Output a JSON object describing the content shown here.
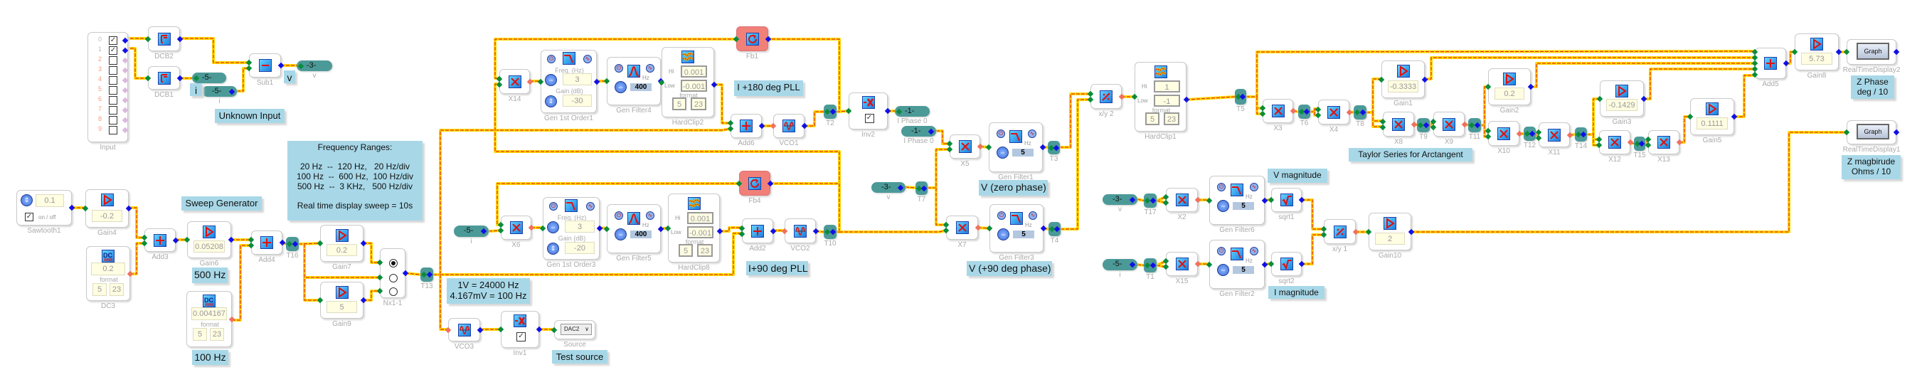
{
  "colors": {
    "wire": "#ffd800",
    "wire_dash": "#e01010",
    "tag": "#4b9a98",
    "note": "#a8d8e8",
    "feedback": "#f08078",
    "port_in": "#0b8c3c",
    "port_out": "#1010e8"
  },
  "blocks": {
    "input": {
      "kind": "input",
      "label": "Input",
      "rows": [
        "0",
        "1",
        "2",
        "3",
        "4",
        "5",
        "6",
        "7",
        "8",
        "9"
      ],
      "checked": [
        true,
        true,
        false,
        false,
        false,
        false,
        false,
        false,
        false,
        false
      ]
    },
    "dcb2": {
      "kind": "dc-blocker",
      "label": "DCB2"
    },
    "dcb1": {
      "kind": "dc-blocker",
      "label": "DCB1"
    },
    "sub1": {
      "kind": "subtract",
      "label": "Sub1"
    },
    "tag5a": {
      "kind": "tag",
      "text": "-5-",
      "label": ""
    },
    "tag5b": {
      "kind": "tag",
      "text": "-5-",
      "label": "i"
    },
    "tag3v": {
      "kind": "tag",
      "text": "-3-",
      "label": "v"
    },
    "sawtooth1": {
      "kind": "sawtooth",
      "label": "Sawtooth1",
      "value": "0.1",
      "toggle_label": "on / off",
      "checked": true
    },
    "gain4": {
      "kind": "gain",
      "label": "Gain4",
      "value": "-0.2"
    },
    "add3": {
      "kind": "add",
      "label": "Add3"
    },
    "dc3": {
      "kind": "dc",
      "label": "DC3",
      "value": "0.2",
      "format_label": "format",
      "format": [
        "5",
        "23"
      ]
    },
    "gain6": {
      "kind": "gain",
      "label": "Gain6",
      "value": "0.05208"
    },
    "dc100": {
      "kind": "dc",
      "label": "",
      "value": "0.004167",
      "format_label": "format",
      "format": [
        "5",
        "23"
      ]
    },
    "add4": {
      "kind": "add",
      "label": "Add4"
    },
    "t16": {
      "kind": "tee",
      "label": "T16"
    },
    "gain7": {
      "kind": "gain",
      "label": "Gain7",
      "value": "0.2"
    },
    "gain9": {
      "kind": "gain",
      "label": "Gain9",
      "value": "5"
    },
    "nx1": {
      "kind": "selector",
      "label": "Nx1-1",
      "selected": 0
    },
    "t13": {
      "kind": "tee",
      "label": "T13"
    },
    "vco3": {
      "kind": "vco",
      "label": "VCO3"
    },
    "inv1": {
      "kind": "invert",
      "label": "Inv1",
      "checked": true
    },
    "source": {
      "kind": "source",
      "label": "Source",
      "selected": "DAC2"
    },
    "x14": {
      "kind": "multiply",
      "label": "X14"
    },
    "gen1st1": {
      "kind": "gen1st",
      "label": "Gen 1st Order1",
      "freq_label": "Freq. (Hz)",
      "freq": "3",
      "gain_label": "Gain (dB)",
      "gain": "-30"
    },
    "genfilter4": {
      "kind": "bandpass",
      "label": "Gen Filter4",
      "hz_label": "Hz",
      "value": "400"
    },
    "hardclip2": {
      "kind": "hardclip",
      "label": "HardClip2",
      "hi_label": "Hi",
      "hi": "0.001",
      "low_label": "Low",
      "low": "-0.001",
      "format_label": "format",
      "format": [
        "5",
        "23"
      ]
    },
    "fb1": {
      "kind": "feedback",
      "label": "Fb1"
    },
    "add6": {
      "kind": "add",
      "label": "Add6"
    },
    "vco1": {
      "kind": "vco",
      "label": "VCO1"
    },
    "t2": {
      "kind": "tee",
      "label": "T2"
    },
    "inv2": {
      "kind": "invert",
      "label": "Inv2",
      "checked": true
    },
    "tag1a": {
      "kind": "tag",
      "text": "-1-",
      "label": "I Phase 0"
    },
    "tag1b": {
      "kind": "tag",
      "text": "-1-",
      "label": "I Phase 0"
    },
    "tag5i": {
      "kind": "tag",
      "text": "-5-",
      "label": "i"
    },
    "x6": {
      "kind": "multiply",
      "label": "X6"
    },
    "gen1st3": {
      "kind": "gen1st",
      "label": "Gen 1st Order3",
      "freq_label": "Freq. (Hz)",
      "freq": "3",
      "gain_label": "Gain (dB)",
      "gain": "-20"
    },
    "genfilter5": {
      "kind": "bandpass",
      "label": "Gen Filter5",
      "hz_label": "Hz",
      "value": "400"
    },
    "hardclip8": {
      "kind": "hardclip",
      "label": "HardClip8",
      "hi_label": "Hi",
      "hi": "0.001",
      "low_label": "Low",
      "low": "-0.001",
      "format_label": "format",
      "format": [
        "5",
        "23"
      ]
    },
    "fb4": {
      "kind": "feedback",
      "label": "Fb4"
    },
    "add2": {
      "kind": "add",
      "label": "Add2"
    },
    "vco2": {
      "kind": "vco",
      "label": "VCO2"
    },
    "t10": {
      "kind": "tee",
      "label": "T10"
    },
    "x5": {
      "kind": "multiply",
      "label": "X5"
    },
    "genfilter1": {
      "kind": "lowpass",
      "label": "Gen Filter1",
      "hz_label": "Hz",
      "value": "5"
    },
    "t3": {
      "kind": "tee",
      "label": "T3"
    },
    "tag3v2": {
      "kind": "tag",
      "text": "-3-",
      "label": "v"
    },
    "t7": {
      "kind": "tee",
      "label": "T7"
    },
    "x7": {
      "kind": "multiply",
      "label": "X7"
    },
    "genfilter3": {
      "kind": "lowpass",
      "label": "Gen Filter3",
      "hz_label": "Hz",
      "value": "5"
    },
    "t4": {
      "kind": "tee",
      "label": "T4"
    },
    "xy2": {
      "kind": "divide",
      "label": "x/y 2"
    },
    "hardclip1": {
      "kind": "hardclip",
      "label": "HardClip1",
      "hi_label": "Hi",
      "hi": "1",
      "low_label": "Low",
      "low": "-1",
      "format_label": "format",
      "format": [
        "5",
        "23"
      ]
    },
    "t5": {
      "kind": "tee",
      "label": "T5"
    },
    "x3": {
      "kind": "multiply",
      "label": "X3"
    },
    "t6": {
      "kind": "tee",
      "label": "T6"
    },
    "x4": {
      "kind": "multiply",
      "label": "X4"
    },
    "t8": {
      "kind": "tee",
      "label": "T8"
    },
    "gain1": {
      "kind": "gain",
      "label": "Gain1",
      "value": "-0.3333"
    },
    "x8": {
      "kind": "multiply",
      "label": "X8"
    },
    "t9": {
      "kind": "tee",
      "label": "T9"
    },
    "x9": {
      "kind": "multiply",
      "label": "X9"
    },
    "t11": {
      "kind": "tee",
      "label": "T11"
    },
    "gain2": {
      "kind": "gain",
      "label": "Gain2",
      "value": "0.2"
    },
    "x10": {
      "kind": "multiply",
      "label": "X10"
    },
    "t12": {
      "kind": "tee",
      "label": "T12"
    },
    "x11": {
      "kind": "multiply",
      "label": "X11"
    },
    "t14": {
      "kind": "tee",
      "label": "T14"
    },
    "gain3": {
      "kind": "gain",
      "label": "Gain3",
      "value": "-0.1429"
    },
    "x12": {
      "kind": "multiply",
      "label": "X12"
    },
    "t15": {
      "kind": "tee",
      "label": "T15"
    },
    "x13": {
      "kind": "multiply",
      "label": "X13"
    },
    "gain5": {
      "kind": "gain",
      "label": "Gain5",
      "value": "0.1111"
    },
    "add5": {
      "kind": "add",
      "label": "Add5"
    },
    "gain8": {
      "kind": "gain",
      "label": "Gain8",
      "value": "5.73"
    },
    "rtd2": {
      "kind": "display",
      "label": "RealTimeDisplay2",
      "button": "Graph"
    },
    "rtd1": {
      "kind": "display",
      "label": "RealTimeDisplay1",
      "button": "Graph"
    },
    "tag3c": {
      "kind": "tag",
      "text": "-3-",
      "label": "v"
    },
    "t17": {
      "kind": "tee",
      "label": "T17"
    },
    "x2": {
      "kind": "multiply",
      "label": "X2"
    },
    "genfilter6": {
      "kind": "lowpass",
      "label": "Gen Filter6",
      "hz_label": "Hz",
      "value": "5"
    },
    "sqrt1": {
      "kind": "sqrt",
      "label": "sqrt1"
    },
    "tag5c": {
      "kind": "tag",
      "text": "-5-",
      "label": "i"
    },
    "t1": {
      "kind": "tee",
      "label": "T1"
    },
    "x15": {
      "kind": "multiply",
      "label": "X15"
    },
    "genfilter2": {
      "kind": "lowpass",
      "label": "Gen Filter2",
      "hz_label": "Hz",
      "value": "5"
    },
    "sqrt2": {
      "kind": "sqrt",
      "label": "sqrt2"
    },
    "xy1": {
      "kind": "divide",
      "label": "x/y 1"
    },
    "gain10": {
      "kind": "gain",
      "label": "Gain10",
      "value": "2"
    }
  },
  "notes": {
    "v_note": {
      "lines": [
        "v"
      ]
    },
    "i_note": {
      "lines": [
        "i"
      ]
    },
    "unknown_input": {
      "lines": [
        "Unknown Input"
      ]
    },
    "frequency_ranges": {
      "lines": [
        "Frequency Ranges:",
        "",
        "20 Hz  --  120 Hz,   20 Hz/div",
        "100 Hz  --  600 Hz,  100 Hz/div",
        "500 Hz  --  3 KHz,   500 Hz/div",
        "",
        "Real time display sweep = 10s"
      ]
    },
    "sweep_generator": {
      "lines": [
        "Sweep Generator"
      ]
    },
    "hz500": {
      "lines": [
        "500 Hz"
      ]
    },
    "hz100": {
      "lines": [
        "100 Hz"
      ]
    },
    "scale": {
      "lines": [
        "1V = 24000 Hz",
        "4.167mV = 100 Hz"
      ]
    },
    "test_source": {
      "lines": [
        "Test source"
      ]
    },
    "pll180": {
      "lines": [
        "I +180 deg PLL"
      ]
    },
    "pll90": {
      "lines": [
        "I+90 deg PLL"
      ]
    },
    "v_zero": {
      "lines": [
        "V (zero phase)"
      ]
    },
    "v_90": {
      "lines": [
        "V (+90 deg phase)"
      ]
    },
    "taylor": {
      "lines": [
        "Taylor Series for Arctangent"
      ]
    },
    "v_mag": {
      "lines": [
        "V magnitude"
      ]
    },
    "i_mag": {
      "lines": [
        "I magnitude"
      ]
    },
    "z_phase": {
      "lines": [
        "Z Phase",
        "deg / 10"
      ]
    },
    "z_mag": {
      "lines": [
        "Z magbirude",
        "Ohms / 10"
      ]
    }
  }
}
